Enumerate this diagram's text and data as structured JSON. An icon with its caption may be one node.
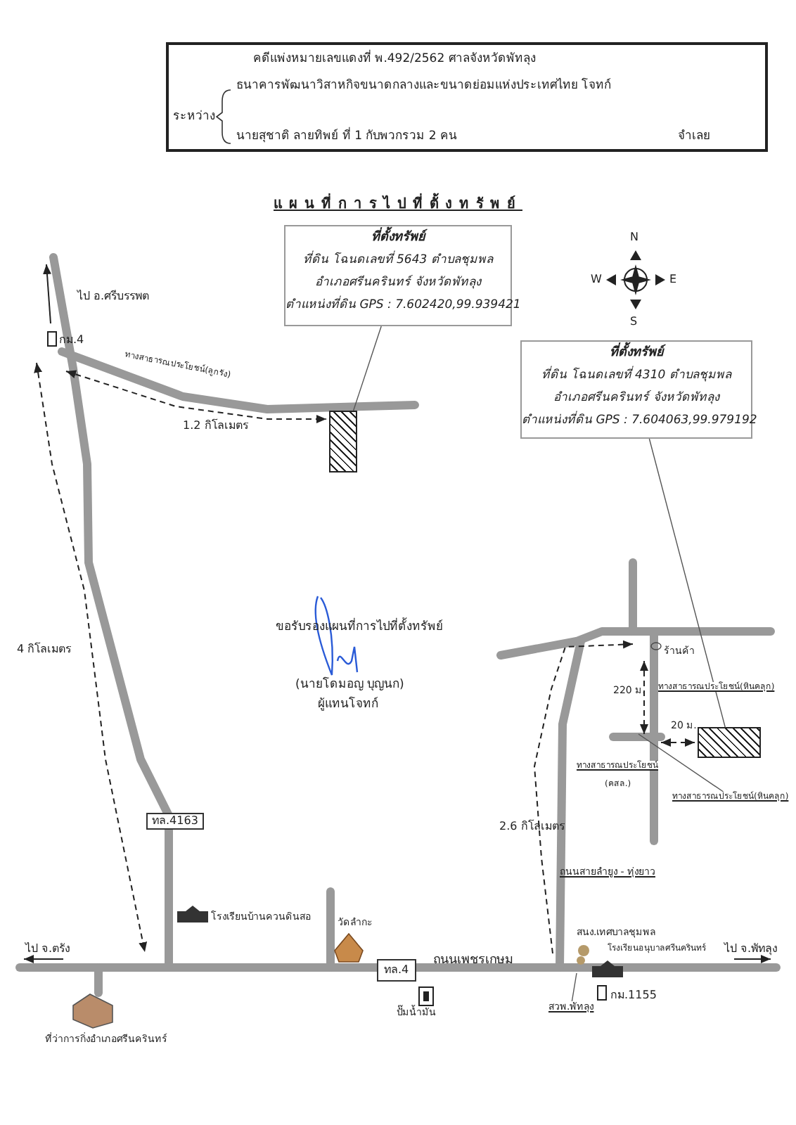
{
  "diagram": {
    "title": "แผนที่การไปที่ตั้งทรัพย์",
    "nodes": [
      {
        "text": [
          "คดีแพ่งหมายเลขแดงที่ พ.492/2562 ศาลจังหวัดพัทลุง",
          "ระหว่าง",
          "ธนาคารพัฒนาวิสาหกิจขนาดกลางและขนาดย่อมแห่งประเทศไทย โจทก์",
          "นายสุชาติ ลายทิพย์ ที่ 1 กับพวกรวม 2 คน",
          "จำเลย"
        ]
      },
      {
        "text": [
          "ที่ตั้งทรัพย์",
          "ที่ดิน โฉนดเลขที่ 5643 ตำบลชุมพล",
          "อำเภอศรีนครินทร์ จังหวัดพัทลุง",
          "ตำแหน่งที่ดิน GPS : 7.602420,99.939421"
        ]
      },
      {
        "text": [],
        "shape": "box"
      },
      {
        "text": [
          "ที่ตั้งทรัพย์",
          "ที่ดิน โฉนดเลขที่ 4310 ตำบลชุมพล",
          "อำเภอศรีนครินทร์ จังหวัดพัทลุง",
          "ตำแหน่งที่ดิน GPS : 7.604063,99.979192"
        ]
      },
      {
        "text": [],
        "shape": "box"
      },
      {
        "text": [
          "ทางสาธารณประโยชน์(หินคลุก)"
        ]
      },
      {
        "text": [
          "สวพ.พัทลุง"
        ]
      }
    ],
    "edges": [
      {
        "from": 1,
        "to": 2,
        "arrow": "none"
      },
      {
        "from": 3,
        "to": 4,
        "arrow": "none"
      },
      {
        "from": 5,
        "to": null,
        "arrow": "none"
      },
      {
        "from": 6,
        "to": null,
        "arrow": "none"
      }
    ],
    "labels": [
      "ไป อ.ศรีบรรพต",
      "กม.4",
      "ทางสาธารณประโยชน์(ลูกรัง)",
      "1.2 กิโลเมตร",
      "N",
      "W",
      "E",
      "S",
      "4 กิโลเมตร",
      "ขอรับรองแผนที่การไปที่ตั้งทรัพย์",
      "(นายโดมอญ บุญนก)",
      "ผู้แทนโจทก์",
      "ร้านค้า",
      "220 ม.",
      "ทางสาธารณประโยชน์(หินคลุก)",
      "20 ม.",
      "ทางสาธารณประโยชน์",
      "(คสล.)",
      "2.6 กิโลเมตร",
      "ทล.4163",
      "ถนนสายลำยูง - ทุ่งยาว",
      "โรงเรียนบ้านควนดินสอ",
      "วัดลำกะ",
      "ไป จ.ตรัง",
      "ทล.4",
      "ถนนเพชรเกษม",
      "สนง.เทศบาลชุมพล",
      "โรงเรียนอนุบาลศรีนครินทร์",
      "ไป จ.พัทลุง",
      "ปั๊มน้ำมัน",
      "กม.1155",
      "ที่ว่าการกิ่งอำเภอศรีนครินทร์"
    ]
  }
}
